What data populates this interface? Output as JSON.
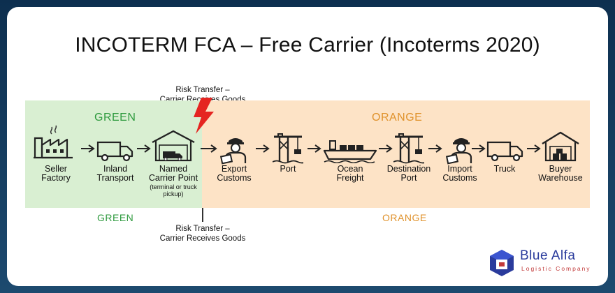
{
  "title": "INCOTERM FCA – Free Carrier (Incoterms 2020)",
  "risk_transfer_top": {
    "line1": "Risk Transfer –",
    "line2": "Carrier Receives Goods"
  },
  "risk_transfer_bottom": {
    "line1": "Risk Transfer –",
    "line2": "Carrier Receives Goods"
  },
  "zones": {
    "seller": {
      "top_label": "GREEN",
      "bottom_label": "GREEN",
      "color": "#d9efd2",
      "text_color": "#2e9a3e"
    },
    "buyer": {
      "top_label": "ORANGE",
      "bottom_label": "ORANGE",
      "color": "#fde3c6",
      "text_color": "#e0922c"
    }
  },
  "steps": [
    {
      "icon": "factory-icon",
      "line1": "Seller",
      "line2": "Factory",
      "sub": ""
    },
    {
      "icon": "truck-icon",
      "line1": "Inland",
      "line2": "Transport",
      "sub": ""
    },
    {
      "icon": "warehouse-icon",
      "line1": "Named",
      "line2": "Carrier Point",
      "sub": "(terminal or truck pickup)"
    },
    {
      "icon": "customs-officer-icon",
      "line1": "Export",
      "line2": "Customs",
      "sub": ""
    },
    {
      "icon": "port-crane-icon",
      "line1": "Port",
      "line2": "",
      "sub": ""
    },
    {
      "icon": "cargo-ship-icon",
      "line1": "Ocean",
      "line2": "Freight",
      "sub": ""
    },
    {
      "icon": "port-crane-icon",
      "line1": "Destination",
      "line2": "Port",
      "sub": ""
    },
    {
      "icon": "customs-officer-icon",
      "line1": "Import",
      "line2": "Customs",
      "sub": ""
    },
    {
      "icon": "truck-icon",
      "line1": "Truck",
      "line2": "",
      "sub": ""
    },
    {
      "icon": "warehouse-icon",
      "line1": "Buyer",
      "line2": "Warehouse",
      "sub": ""
    }
  ],
  "brand": {
    "name": "Blue Alfa",
    "tagline": "Logistic Company",
    "color": "#2a3b9c",
    "accent": "#c23a3a"
  }
}
